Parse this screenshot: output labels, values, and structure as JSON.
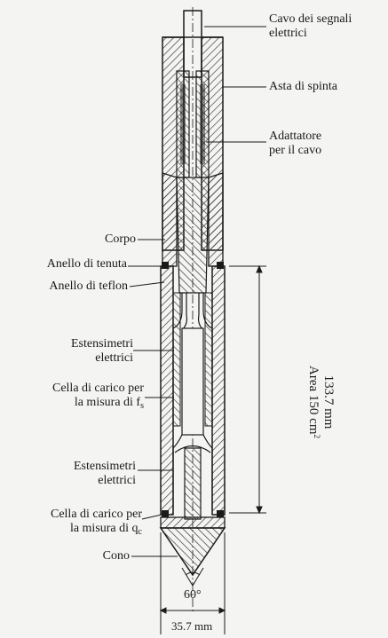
{
  "labels": {
    "cavo": [
      "Cavo dei segnali",
      "elettrici"
    ],
    "asta": "Asta di spinta",
    "adattatore": [
      "Adattatore",
      "per il cavo"
    ],
    "corpo": "Corpo",
    "anello_tenuta": "Anello di tenuta",
    "anello_teflon": "Anello di teflon",
    "estensimetri1": [
      "Estensimetri",
      "elettrici"
    ],
    "cella_fs": [
      "Cella di carico per",
      "la misura di f",
      "s"
    ],
    "estensimetri2": [
      "Estensimetri",
      "elettrici"
    ],
    "cella_qc": [
      "Cella di carico per",
      "la misura di q",
      "c"
    ],
    "cono": "Cono"
  },
  "dimensions": {
    "length": "133.7 mm",
    "area": "Area 150 cm",
    "area_exp": "2",
    "angle": "60°",
    "diameter": "35.7 mm"
  },
  "colors": {
    "ink": "#1a1a1a",
    "paper": "#f4f4f2",
    "hatch": "#333333"
  }
}
